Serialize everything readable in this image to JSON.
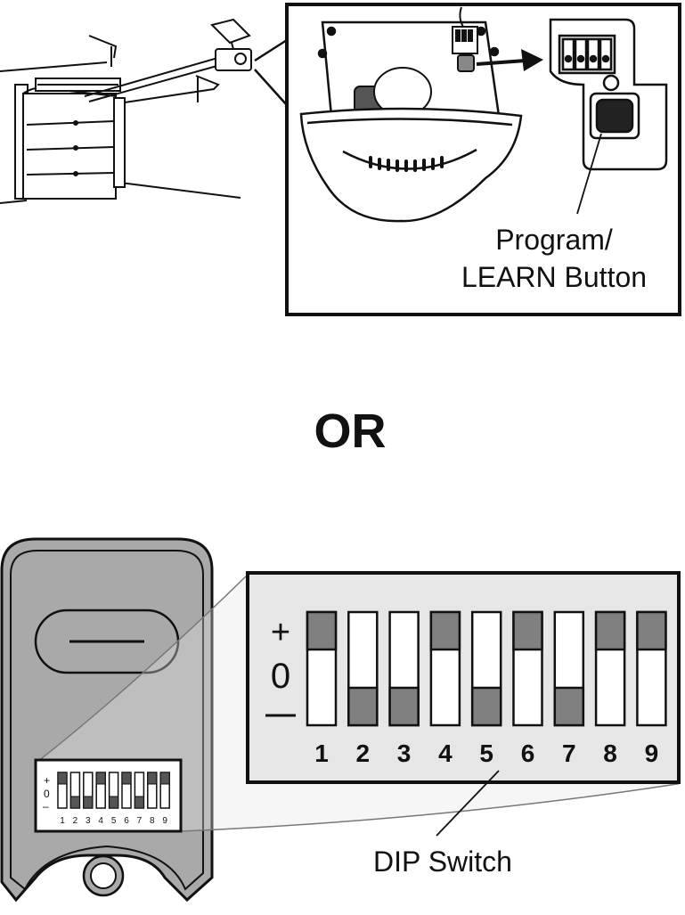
{
  "opener": {
    "label_line1": "Program/",
    "label_line2": "LEARN Button"
  },
  "separator": "OR",
  "remote": {
    "dip_label": "DIP Switch",
    "symbols": {
      "plus": "+",
      "zero": "0",
      "minus": "–"
    },
    "switches": [
      {
        "number": "1",
        "position": "+"
      },
      {
        "number": "2",
        "position": "–"
      },
      {
        "number": "3",
        "position": "–"
      },
      {
        "number": "4",
        "position": "+"
      },
      {
        "number": "5",
        "position": "–"
      },
      {
        "number": "6",
        "position": "+"
      },
      {
        "number": "7",
        "position": "–"
      },
      {
        "number": "8",
        "position": "+"
      },
      {
        "number": "9",
        "position": "+"
      }
    ]
  },
  "colors": {
    "ink": "#111111",
    "remote_body": "#a9a9a9",
    "switch_gray": "#808080",
    "panel": "#e6e6e6"
  }
}
